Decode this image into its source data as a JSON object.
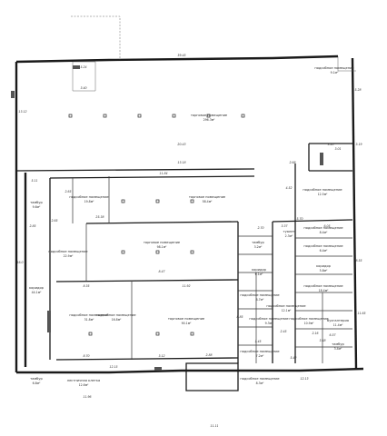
{
  "rooms": {
    "r1": {
      "name": "торговое помещение",
      "area": "296.3м²"
    },
    "r2": {
      "name": "торговое помещение",
      "area": "58.4м²"
    },
    "r3": {
      "name": "торговое помещение",
      "area": "98.1м²"
    },
    "r4": {
      "name": "торговое помещение",
      "area": "90.1м²"
    },
    "r5": {
      "name": "подсобное помещение",
      "area": "19.8м²"
    },
    "r6": {
      "name": "подсобное помещение",
      "area": "22.9м²"
    },
    "r7": {
      "name": "подсобное помещение",
      "area": "31.8м²"
    },
    "r8": {
      "name": "подсобное помещение",
      "area": "16.8м²"
    },
    "r9": {
      "name": "коридор",
      "area": "44.1м²"
    },
    "r10": {
      "name": "тамбур",
      "area": "9.6м²"
    },
    "r11": {
      "name": "тамбур",
      "area": "6.8м²"
    },
    "r12": {
      "name": "лестничная клетка",
      "area": "12.6м²"
    },
    "r13": {
      "name": "подсобное помещение",
      "area": "12.5м²"
    },
    "r14": {
      "name": "подсобное помещение",
      "area": "9.1м²"
    },
    "r15": {
      "name": "тамбур",
      "area": "3.2м²"
    },
    "r16": {
      "name": "туалет",
      "area": "2.3м²"
    },
    "r17": {
      "name": "коридор",
      "area": "6.1м²"
    },
    "r18": {
      "name": "подсобное помещение",
      "area": "8.4м²"
    },
    "r19": {
      "name": "подсобное помещение",
      "area": "6.4м²"
    },
    "r20": {
      "name": "коридор",
      "area": "5.8м²"
    },
    "r21": {
      "name": "подсобное помещение",
      "area": "18.4м²"
    },
    "r22": {
      "name": "бухгалтерия",
      "area": "11.4м²"
    },
    "r23": {
      "name": "тамбур",
      "area": "3.4м²"
    },
    "r24": {
      "name": "подсобное помещение",
      "area": "10.9м²"
    },
    "r25": {
      "name": "подсобное помещение",
      "area": "12.1м²"
    },
    "r26": {
      "name": "подсобное помещение",
      "area": "8.7м²"
    },
    "r27": {
      "name": "подсобное помещение",
      "area": "9.3м²"
    },
    "r28": {
      "name": "подсобное помещение",
      "area": "7.2м²"
    },
    "r29": {
      "name": "подсобное помещение",
      "area": "8.3м²"
    }
  },
  "dims": {
    "d1": "39.45",
    "d2": "20.43",
    "d3": "13.18",
    "d4": "13.12",
    "d5": "16.0",
    "d6": "8.47",
    "d7": "5.24",
    "d8": "3.40",
    "d9": "8.35",
    "d10": "11.92",
    "d11": "8.70",
    "d12": "3.12",
    "d13": "11.96",
    "d14": "12.15",
    "d15": "5.42",
    "d16": "2.70",
    "d17": "3.37",
    "d18": "6.05",
    "d19": "3.19",
    "d20": "8.55",
    "d21": "11.65",
    "d22": "5.70",
    "d23": "3.01",
    "d24": "5.11",
    "d25": "2.65",
    "d26": "2.65",
    "d27": "25.38",
    "d28": "2.85",
    "d29": "8.85",
    "d30": "3.20",
    "d31": "4.52",
    "d32": "2.16",
    "d33": "6.57",
    "d34": "3.48",
    "d35": "2.88",
    "d36": "11.84",
    "d37": "1.45",
    "d38": "2.45",
    "d39": "12.13",
    "d40": "2.68",
    "d41": "5.28",
    "d42": "11.11"
  }
}
